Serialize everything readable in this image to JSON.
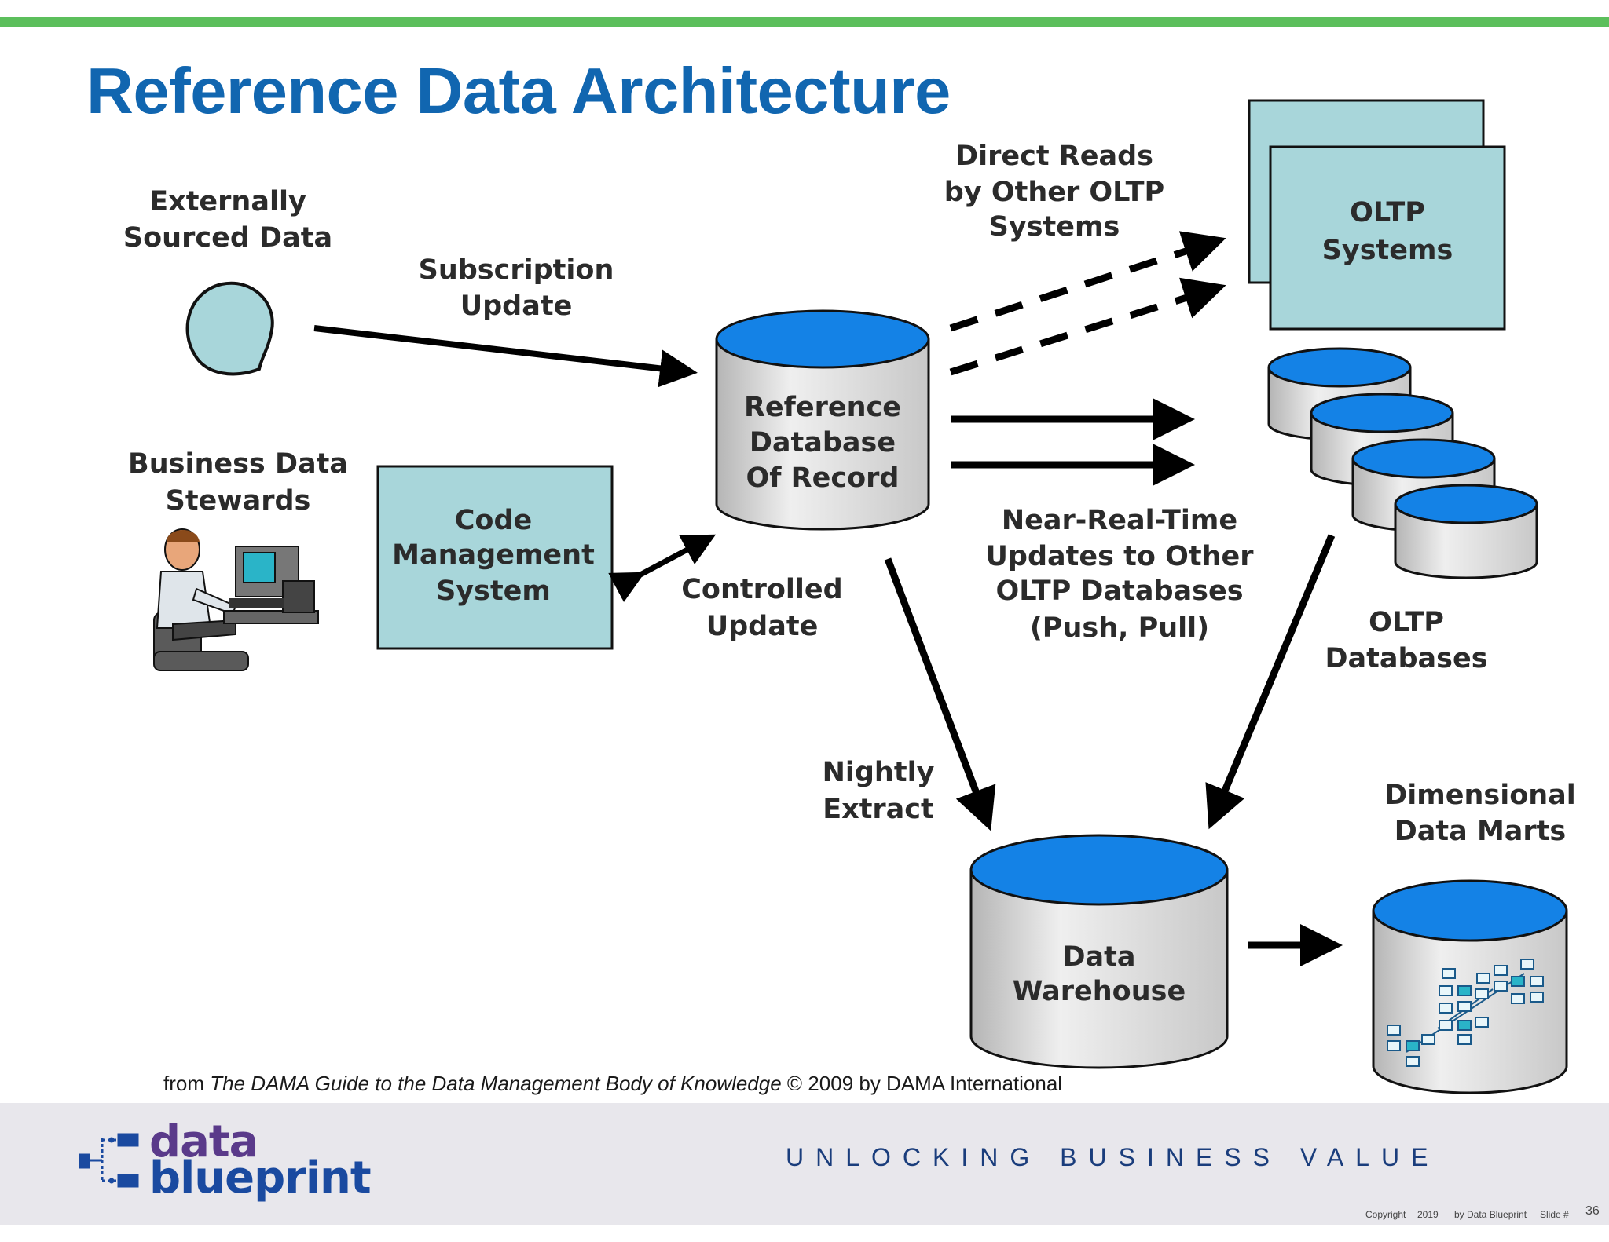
{
  "slide": {
    "title": "Reference Data Architecture",
    "caption_prefix": "from ",
    "caption_italic": "The DAMA Guide to the Data Management Body of Knowledge",
    "caption_suffix": " © 2009 by DAMA International"
  },
  "diagram": {
    "externally_sourced": [
      "Externally",
      "Sourced Data"
    ],
    "subscription_update": [
      "Subscription",
      "Update"
    ],
    "business_stewards": [
      "Business Data",
      "Stewards"
    ],
    "code_mgmt": [
      "Code",
      "Management",
      "System"
    ],
    "controlled_update": [
      "Controlled",
      "Update"
    ],
    "ref_db": [
      "Reference",
      "Database",
      "Of Record"
    ],
    "direct_reads": [
      "Direct Reads",
      "by Other OLTP",
      "Systems"
    ],
    "oltp_systems": [
      "OLTP",
      "Systems"
    ],
    "near_real_time": [
      "Near-Real-Time",
      "Updates to Other",
      "OLTP Databases",
      "(Push, Pull)"
    ],
    "oltp_databases": [
      "OLTP",
      "Databases"
    ],
    "nightly_extract": [
      "Nightly",
      "Extract"
    ],
    "data_warehouse": [
      "Data",
      "Warehouse"
    ],
    "dimensional_marts": [
      "Dimensional",
      "Data Marts"
    ]
  },
  "footer": {
    "logo_line1": "data",
    "logo_line2": "blueprint",
    "tagline": "UNLOCKING BUSINESS VALUE",
    "copyright": "Copyright",
    "year": "2019",
    "by": "by Data Blueprint",
    "slide_label": "Slide #",
    "slide_number": "36"
  },
  "colors": {
    "accent_green": "#5cbf5c",
    "title_blue": "#1166b0",
    "cylinder_top": "#1482e6",
    "box_fill": "#a8d6da",
    "footer_bg": "#e8e7ec",
    "tagline": "#1a3d7c",
    "logo_blue": "#1a4aa0"
  }
}
